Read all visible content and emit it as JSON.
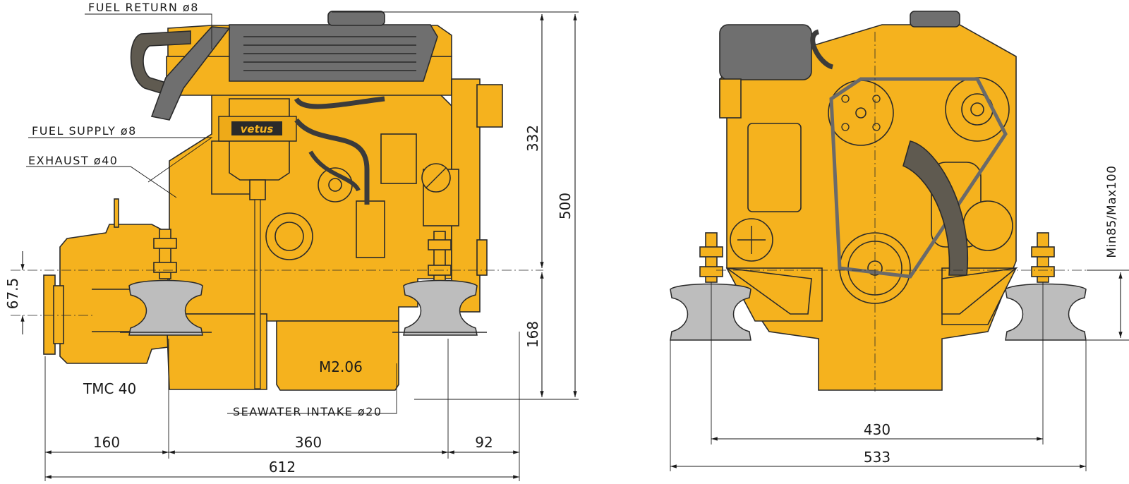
{
  "side_view": {
    "callouts": {
      "fuel_return": "FUEL RETURN ø8",
      "fuel_supply": "FUEL SUPPLY ø8",
      "exhaust": "EXHAUST ø40",
      "seawater_intake": "SEAWATER INTAKE ø20"
    },
    "engine_label": "M2.06",
    "gearbox_label": "TMC 40",
    "brand_badge": "vetus",
    "dimensions": {
      "height_upper": "332",
      "height_total": "500",
      "height_lower": "168",
      "shaft_offset": "67.5",
      "length_gearbox": "160",
      "length_engine": "360",
      "length_front": "92",
      "length_total": "612"
    }
  },
  "front_view": {
    "dimensions": {
      "mount_height": "Min85/Max100",
      "mount_spacing": "430",
      "total_width": "533"
    }
  },
  "colors": {
    "engine": "#f5b21e",
    "cover": "#6f6f6f",
    "hose": "#5f5a50",
    "mount": "#bdbdbd"
  }
}
